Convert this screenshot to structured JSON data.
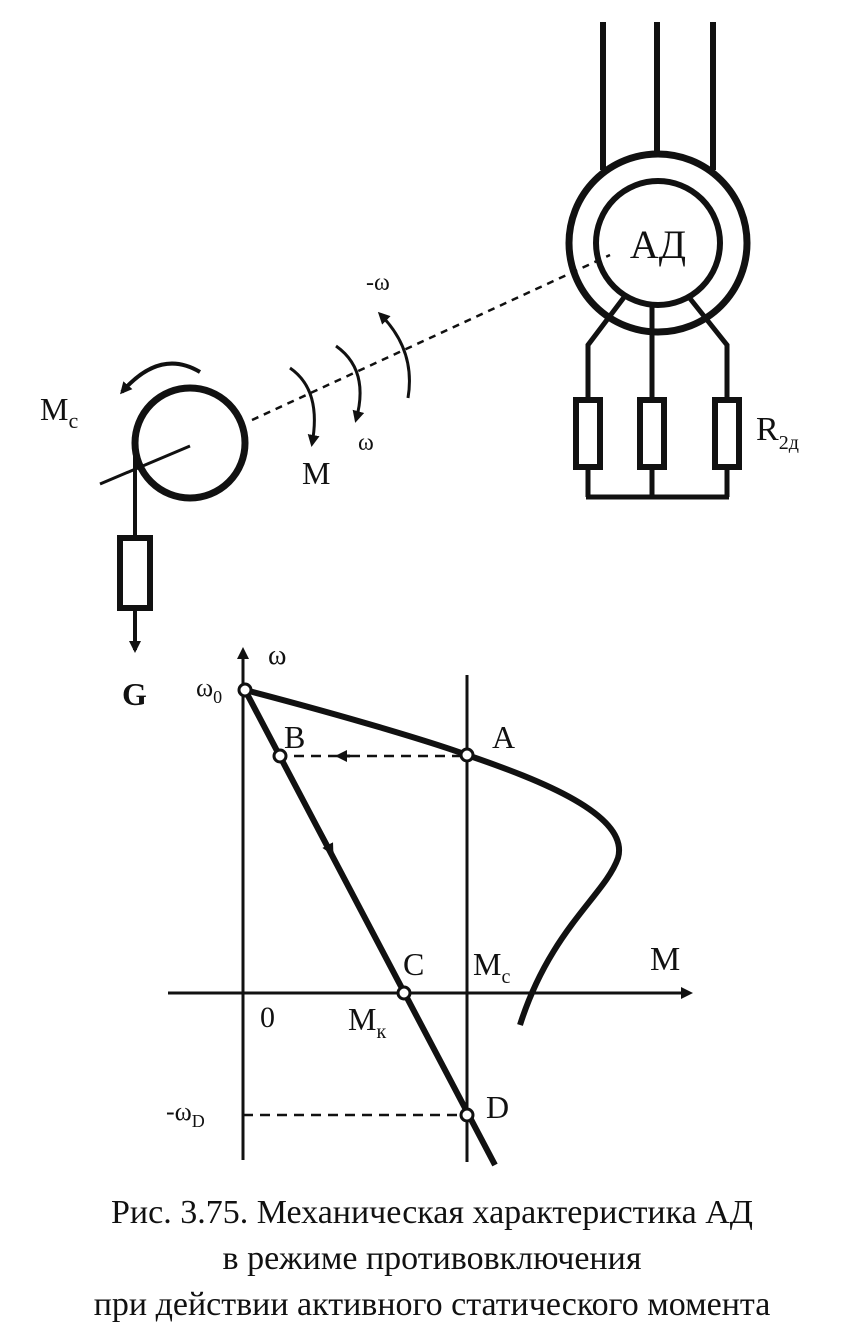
{
  "motor": {
    "label": "АД",
    "resistor_label": "R",
    "resistor_sub": "2д"
  },
  "mechanism": {
    "moment_static_label": "M",
    "moment_static_sub": "c",
    "motor_moment_label": "M",
    "omega_label": "ω",
    "neg_omega_label": "-ω",
    "weight_label": "G"
  },
  "graph": {
    "y_axis_label": "ω",
    "x_axis_label": "M",
    "omega0_label": "ω",
    "omega0_sub": "0",
    "origin_label": "0",
    "point_a": "A",
    "point_b": "B",
    "point_c": "C",
    "point_d": "D",
    "mc_label": "M",
    "mc_sub": "c",
    "mk_label": "M",
    "mk_sub": "к",
    "neg_omega_d_label": "-ω",
    "neg_omega_d_sub": "D"
  },
  "caption": {
    "line1": "Рис. 3.75. Механическая характеристика АД",
    "line2": "в режиме противовключения",
    "line3": "при действии активного статического момента"
  },
  "colors": {
    "ink": "#111111",
    "background": "#ffffff"
  }
}
